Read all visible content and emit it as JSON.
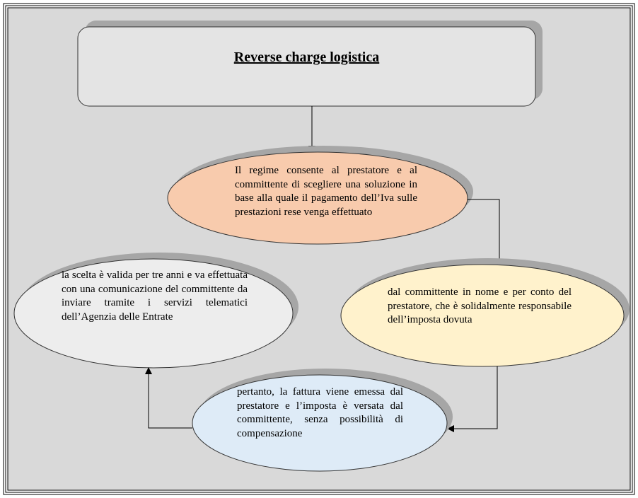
{
  "title": "Reverse charge logistica",
  "nodes": {
    "regime": "Il regime consente al prestatore e al committente di scegliere una soluzione in base alla quale il pagamento dell’Iva sulle prestazioni rese venga effettuato",
    "committente": "dal committente in nome e per conto del prestatore, che è solidalmente responsabile dell’imposta dovuta",
    "fattura": "pertanto, la fattura viene emessa dal prestatore e l’imposta è versata dal committente, senza possibilità di compensazione",
    "scelta": "la scelta è valida per tre anni e va effettuata con una comunicazione del committente da inviare tramite i servizi telematici dell’Agenzia delle Entrate"
  },
  "colors": {
    "background": "#d9d9d9",
    "shadow": "#a6a6a6",
    "title_box": "#e4e4e4",
    "regime": "#f8cbad",
    "committente": "#fff2cc",
    "fattura": "#deebf7",
    "scelta": "#ededed"
  }
}
